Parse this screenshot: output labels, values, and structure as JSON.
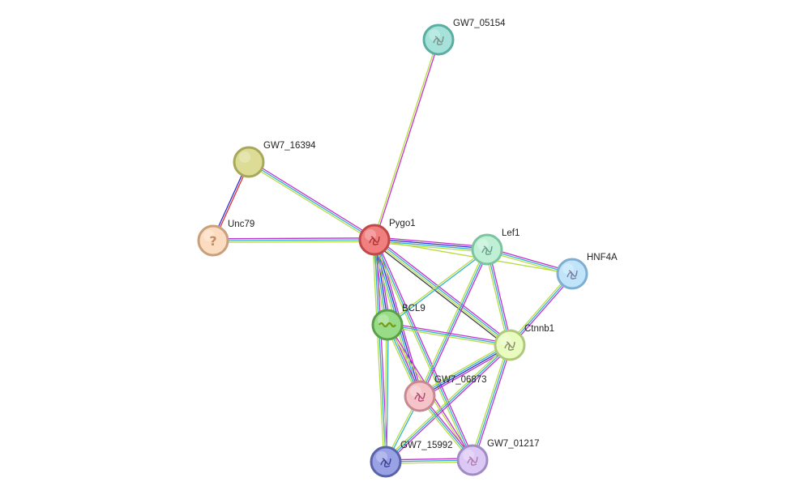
{
  "network": {
    "nodes": [
      {
        "id": "GW7_05154",
        "label": "GW7_05154",
        "fill": "#a5e3da",
        "stroke": "#5bada1",
        "glyph": "structure",
        "glyph_color": "#7a8f8a"
      },
      {
        "id": "GW7_16394",
        "label": "GW7_16394",
        "fill": "#dcdc96",
        "stroke": "#a8a85a",
        "glyph": "none"
      },
      {
        "id": "Unc79",
        "label": "Unc79",
        "fill": "#fcdcc0",
        "stroke": "#c8a07c",
        "glyph": "?",
        "glyph_color": "#c48a62"
      },
      {
        "id": "Pygo1",
        "label": "Pygo1",
        "fill": "#f08080",
        "stroke": "#c04848",
        "glyph": "structure",
        "glyph_color": "#b23030"
      },
      {
        "id": "Lef1",
        "label": "Lef1",
        "fill": "#bff0d6",
        "stroke": "#7cc4a0",
        "glyph": "structure",
        "glyph_color": "#6a9a8a"
      },
      {
        "id": "HNF4A",
        "label": "HNF4A",
        "fill": "#c0e4fa",
        "stroke": "#80aed0",
        "glyph": "structure",
        "glyph_color": "#7a7aa0"
      },
      {
        "id": "BCL9",
        "label": "BCL9",
        "fill": "#98dc88",
        "stroke": "#5aa04a",
        "glyph": "helix",
        "glyph_color": "#7a9a10"
      },
      {
        "id": "Ctnnb1",
        "label": "Ctnnb1",
        "fill": "#e8fcc0",
        "stroke": "#b0c87c",
        "glyph": "structure",
        "glyph_color": "#8a8a6a"
      },
      {
        "id": "GW7_06873",
        "label": "GW7_06873",
        "fill": "#f4c4c8",
        "stroke": "#c88890",
        "glyph": "structure",
        "glyph_color": "#b04a70"
      },
      {
        "id": "GW7_15992",
        "label": "GW7_15992",
        "fill": "#9aa2e6",
        "stroke": "#5a62a8",
        "glyph": "structure",
        "glyph_color": "#3a4290"
      },
      {
        "id": "GW7_01217",
        "label": "GW7_01217",
        "fill": "#dcc8f4",
        "stroke": "#a08cc4",
        "glyph": "structure",
        "glyph_color": "#b07ab0"
      }
    ],
    "edges": [
      {
        "source": "GW7_05154",
        "target": "Pygo1",
        "colors": [
          "#c030d0",
          "#b8dc40"
        ]
      },
      {
        "source": "GW7_16394",
        "target": "Unc79",
        "colors": [
          "#e03030",
          "#3030d0"
        ]
      },
      {
        "source": "GW7_16394",
        "target": "Pygo1",
        "colors": [
          "#c030d0",
          "#30b0d0",
          "#b8dc40"
        ]
      },
      {
        "source": "Unc79",
        "target": "Pygo1",
        "colors": [
          "#c030d0",
          "#30b0d0",
          "#b8dc40"
        ]
      },
      {
        "source": "Pygo1",
        "target": "Lef1",
        "colors": [
          "#c030d0",
          "#3030d0",
          "#30b0d0",
          "#b8dc40"
        ]
      },
      {
        "source": "Pygo1",
        "target": "HNF4A",
        "colors": [
          "#b8dc40"
        ]
      },
      {
        "source": "Pygo1",
        "target": "BCL9",
        "colors": [
          "#c030d0",
          "#3030d0",
          "#30b0d0",
          "#b8dc40"
        ]
      },
      {
        "source": "Pygo1",
        "target": "Ctnnb1",
        "colors": [
          "#c030d0",
          "#30b0d0",
          "#b8dc40",
          "#404040"
        ]
      },
      {
        "source": "Pygo1",
        "target": "GW7_06873",
        "colors": [
          "#c030d0",
          "#3030d0",
          "#30b0d0",
          "#b8dc40"
        ]
      },
      {
        "source": "Pygo1",
        "target": "GW7_15992",
        "colors": [
          "#c030d0",
          "#30b0d0",
          "#b8dc40"
        ]
      },
      {
        "source": "Pygo1",
        "target": "GW7_01217",
        "colors": [
          "#c030d0",
          "#30b0d0",
          "#b8dc40"
        ]
      },
      {
        "source": "Lef1",
        "target": "HNF4A",
        "colors": [
          "#c030d0",
          "#30b0d0",
          "#b8dc40"
        ]
      },
      {
        "source": "Lef1",
        "target": "BCL9",
        "colors": [
          "#30b0d0",
          "#b8dc40"
        ]
      },
      {
        "source": "Lef1",
        "target": "Ctnnb1",
        "colors": [
          "#c030d0",
          "#30b0d0",
          "#b8dc40"
        ]
      },
      {
        "source": "Lef1",
        "target": "GW7_06873",
        "colors": [
          "#c030d0",
          "#30b0d0",
          "#b8dc40"
        ]
      },
      {
        "source": "HNF4A",
        "target": "Ctnnb1",
        "colors": [
          "#c030d0",
          "#30b0d0",
          "#b8dc40"
        ]
      },
      {
        "source": "BCL9",
        "target": "Ctnnb1",
        "colors": [
          "#c030d0",
          "#30b0d0",
          "#b8dc40"
        ]
      },
      {
        "source": "BCL9",
        "target": "GW7_06873",
        "colors": [
          "#c030d0",
          "#30b0d0",
          "#b8dc40"
        ]
      },
      {
        "source": "BCL9",
        "target": "GW7_15992",
        "colors": [
          "#30b0d0",
          "#b8dc40"
        ]
      },
      {
        "source": "BCL9",
        "target": "GW7_01217",
        "colors": [
          "#c030d0",
          "#b8dc40"
        ]
      },
      {
        "source": "Ctnnb1",
        "target": "GW7_06873",
        "colors": [
          "#c030d0",
          "#3030d0",
          "#30b0d0",
          "#b8dc40"
        ]
      },
      {
        "source": "Ctnnb1",
        "target": "GW7_15992",
        "colors": [
          "#c030d0",
          "#30b0d0",
          "#b8dc40"
        ]
      },
      {
        "source": "Ctnnb1",
        "target": "GW7_01217",
        "colors": [
          "#c030d0",
          "#30b0d0",
          "#b8dc40"
        ]
      },
      {
        "source": "GW7_06873",
        "target": "GW7_15992",
        "colors": [
          "#30b0d0",
          "#b8dc40"
        ]
      },
      {
        "source": "GW7_06873",
        "target": "GW7_01217",
        "colors": [
          "#c030d0",
          "#30b0d0",
          "#b8dc40"
        ]
      },
      {
        "source": "GW7_15992",
        "target": "GW7_01217",
        "colors": [
          "#c030d0",
          "#30b0d0",
          "#b8dc40"
        ]
      }
    ]
  }
}
